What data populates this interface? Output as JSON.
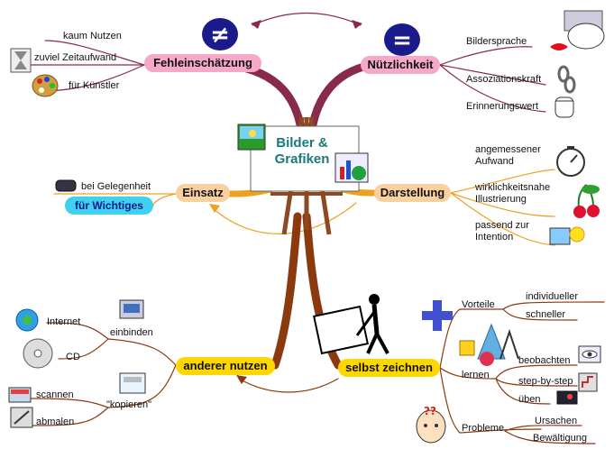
{
  "center": {
    "line1": "Bilder &",
    "line2": "Grafiken"
  },
  "fehlein": {
    "label": "Fehleinschätzung",
    "items": [
      "kaum Nutzen",
      "zuviel Zeitaufwand",
      "für Künstler"
    ]
  },
  "nuetz": {
    "label": "Nützlichkeit",
    "items": [
      "Bildersprache",
      "Assoziationskraft",
      "Erinnerungswert"
    ]
  },
  "einsatz": {
    "label": "Einsatz",
    "items": [
      "bei Gelegenheit",
      "für Wichtiges"
    ]
  },
  "darst": {
    "label": "Darstellung",
    "items": [
      "angemessener",
      "Aufwand",
      "wirklichkeitsnahe",
      "Illustrierung",
      "passend zur",
      "Intention"
    ]
  },
  "anderer": {
    "label": "anderer nutzen",
    "einbinden": "einbinden",
    "kopieren": "\"kopieren\"",
    "items": [
      "Internet",
      "CD",
      "scannen",
      "abmalen"
    ]
  },
  "selbst": {
    "label": "selbst zeichnen",
    "vorteile": "Vorteile",
    "vorteile_items": [
      "individueller",
      "schneller"
    ],
    "lernen": "lernen",
    "lernen_items": [
      "beobachten",
      "step-by-step",
      "üben"
    ],
    "probleme": "Probleme",
    "probleme_items": [
      "Ursachen",
      "Bewältigung"
    ]
  },
  "colors": {
    "maroon": "#8a2a4a",
    "orange": "#f0a020",
    "brown": "#8b3a10",
    "pink": "#f5a8c8",
    "peach": "#fbd0a0",
    "yellow": "#ffd700",
    "cyan": "#40d0f0"
  }
}
